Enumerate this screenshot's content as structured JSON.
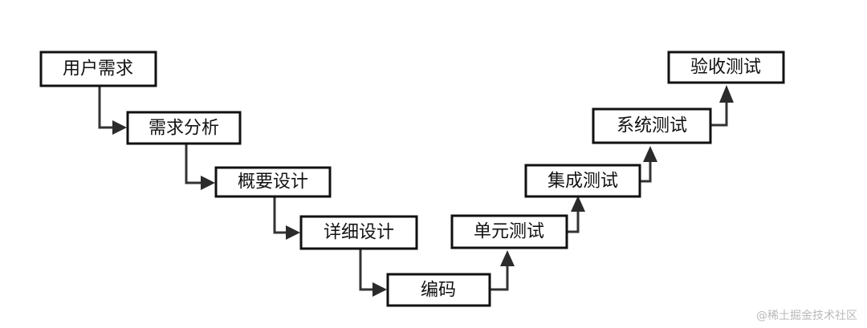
{
  "diagram": {
    "steps": [
      {
        "label": "用户需求"
      },
      {
        "label": "需求分析"
      },
      {
        "label": "概要设计"
      },
      {
        "label": "详细设计"
      },
      {
        "label": "编码"
      },
      {
        "label": "单元测试"
      },
      {
        "label": "集成测试"
      },
      {
        "label": "系统测试"
      },
      {
        "label": "验收测试"
      }
    ],
    "colors": {
      "box_border": "#111111",
      "connector": "#333333",
      "arrowhead": "#2b2b2b",
      "text": "#111111",
      "watermark": "#b9b9b9"
    }
  },
  "watermark": "@稀土掘金技术社区"
}
